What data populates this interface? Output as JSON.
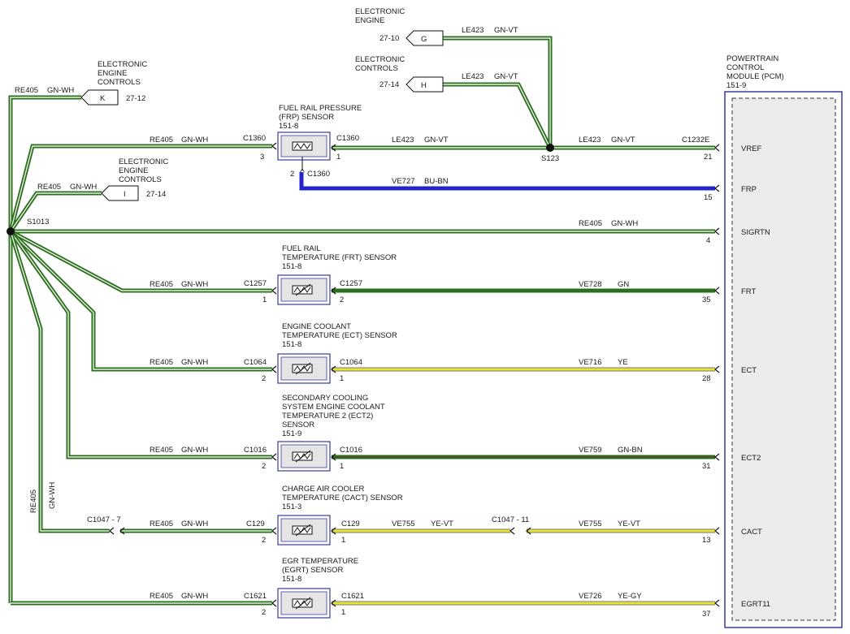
{
  "pcm": {
    "title": [
      "POWERTRAIN",
      "CONTROL",
      "MODULE (PCM)"
    ],
    "ref": "151-9",
    "pins": [
      {
        "label": "VREF",
        "pin": "21"
      },
      {
        "label": "FRP",
        "pin": "15"
      },
      {
        "label": "SIGRTN",
        "pin": "4"
      },
      {
        "label": "FRT",
        "pin": "35"
      },
      {
        "label": "ECT",
        "pin": "28"
      },
      {
        "label": "ECT2",
        "pin": "31"
      },
      {
        "label": "CACT",
        "pin": "13"
      },
      {
        "label": "EGRT11",
        "pin": "37"
      }
    ],
    "connector": "C1232E"
  },
  "splices": {
    "s1013": "S1013",
    "s123": "S123"
  },
  "ec_refs": {
    "title": [
      "ELECTRONIC",
      "ENGINE",
      "CONTROLS"
    ],
    "g": {
      "letter": "G",
      "ref": "27-10",
      "wire": "LE423",
      "color": "GN-VT"
    },
    "h": {
      "letter": "H",
      "ref": "27-14",
      "wire": "LE423",
      "color": "GN-VT"
    },
    "k": {
      "letter": "K",
      "ref": "27-12",
      "wire": "RE405",
      "color": "GN-WH"
    },
    "i": {
      "letter": "I",
      "ref": "27-14",
      "wire": "RE405",
      "color": "GN-WH"
    }
  },
  "sensors": {
    "frp": {
      "title": [
        "FUEL RAIL PRESSURE",
        "(FRP) SENSOR"
      ],
      "ref": "151-8",
      "conn": "C1360",
      "pin_left": "3",
      "pin_right": "1",
      "pin_bottom": "2"
    },
    "frt": {
      "title": [
        "FUEL RAIL",
        "TEMPERATURE (FRT) SENSOR"
      ],
      "ref": "151-8",
      "conn": "C1257",
      "pin_left": "1",
      "pin_right": "2"
    },
    "ect": {
      "title": [
        "ENGINE COOLANT",
        "TEMPERATURE (ECT) SENSOR"
      ],
      "ref": "151-8",
      "conn": "C1064",
      "pin_left": "2",
      "pin_right": "1"
    },
    "ect2": {
      "title": [
        "SECONDARY COOLING",
        "SYSTEM ENGINE COOLANT",
        "TEMPERATURE 2 (ECT2)",
        "SENSOR"
      ],
      "ref": "151-9",
      "conn": "C1016",
      "pin_left": "2",
      "pin_right": "1"
    },
    "cact": {
      "title": [
        "CHARGE AIR COOLER",
        "TEMPERATURE (CACT) SENSOR"
      ],
      "ref": "151-3",
      "conn": "C129",
      "pin_left": "2",
      "pin_right": "1"
    },
    "egrt": {
      "title": [
        "EGR TEMPERATURE",
        "(EGRT) SENSOR"
      ],
      "ref": "151-8",
      "conn": "C1621",
      "pin_left": "2",
      "pin_right": "1"
    }
  },
  "wires": {
    "re405": {
      "circuit": "RE405",
      "color": "GN-WH"
    },
    "le423": {
      "circuit": "LE423",
      "color": "GN-VT"
    },
    "ve727": {
      "circuit": "VE727",
      "color": "BU-BN"
    },
    "ve728": {
      "circuit": "VE728",
      "color": "GN"
    },
    "ve716": {
      "circuit": "VE716",
      "color": "YE"
    },
    "ve759": {
      "circuit": "VE759",
      "color": "GN-BN"
    },
    "ve755": {
      "circuit": "VE755",
      "color": "YE-VT"
    },
    "ve726": {
      "circuit": "VE726",
      "color": "YE-GY"
    }
  },
  "inline_conn": {
    "c1047_7": "C1047 - 7",
    "c1047_11": "C1047 - 11"
  },
  "colors": {
    "green": "#2a6e1e",
    "green_white": "#e6f0df",
    "blue": "#2424c8",
    "yellow": "#e8e632",
    "pcm_border": "#3a3aa0"
  }
}
